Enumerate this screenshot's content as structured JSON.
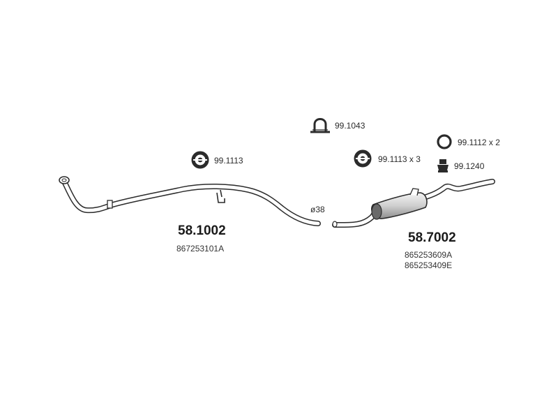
{
  "hardware": [
    {
      "code": "99.1043",
      "icon": "clamp-icon"
    },
    {
      "code": "99.1113",
      "icon": "rubber-mount-icon"
    },
    {
      "code": "99.1113 x 3",
      "icon": "rubber-mount-icon"
    },
    {
      "code": "99.1112 x 2",
      "icon": "ring-gasket-icon"
    },
    {
      "code": "99.1240",
      "icon": "bumper-icon"
    }
  ],
  "parts": [
    {
      "number": "58.1002",
      "oe": [
        "867253101A"
      ],
      "diameter": "ø38"
    },
    {
      "number": "58.7002",
      "oe": [
        "865253609A",
        "865253409E"
      ]
    }
  ]
}
